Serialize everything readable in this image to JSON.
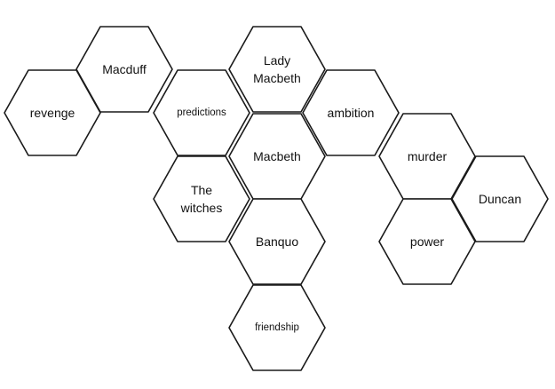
{
  "diagram": {
    "hexagons": [
      {
        "id": "macduff",
        "lines": [
          "Macduff"
        ]
      },
      {
        "id": "revenge",
        "lines": [
          "revenge"
        ]
      },
      {
        "id": "predictions",
        "lines": [
          "predictions"
        ],
        "small": true
      },
      {
        "id": "lady-macbeth",
        "lines": [
          "Lady",
          "Macbeth"
        ]
      },
      {
        "id": "ambition",
        "lines": [
          "ambition"
        ]
      },
      {
        "id": "macbeth",
        "lines": [
          "Macbeth"
        ]
      },
      {
        "id": "murder",
        "lines": [
          "murder"
        ]
      },
      {
        "id": "the-witches",
        "lines": [
          "The",
          "witches"
        ]
      },
      {
        "id": "duncan",
        "lines": [
          "Duncan"
        ]
      },
      {
        "id": "banquo",
        "lines": [
          "Banquo"
        ]
      },
      {
        "id": "power",
        "lines": [
          "power"
        ]
      },
      {
        "id": "friendship",
        "lines": [
          "friendship"
        ],
        "small": true
      }
    ]
  }
}
